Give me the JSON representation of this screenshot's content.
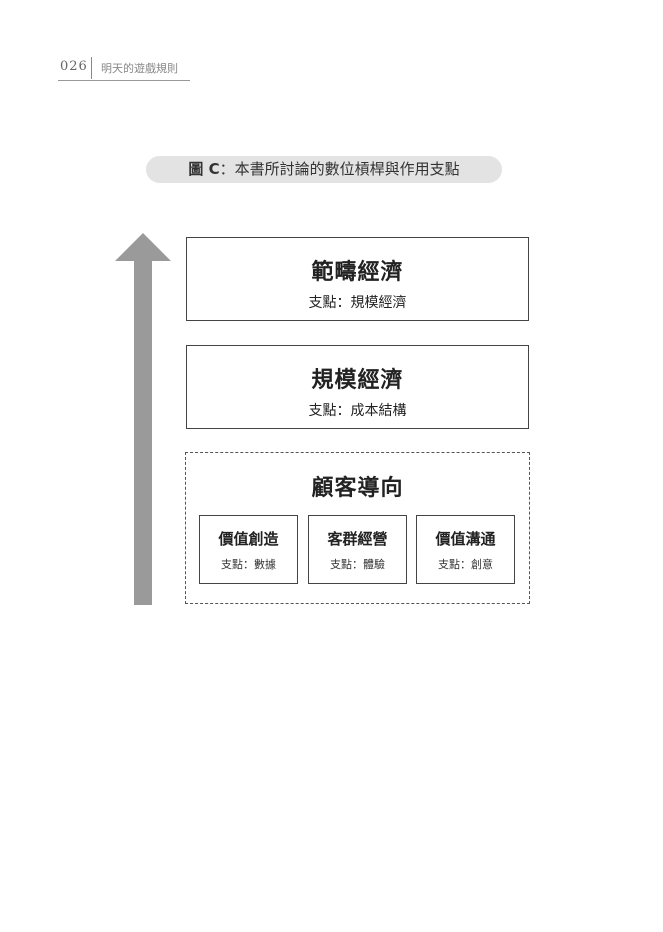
{
  "header": {
    "page_number": "026",
    "book_title": "明天的遊戲規則"
  },
  "figure": {
    "caption_label": "圖 C",
    "caption_text": "：本書所討論的數位槓桿與作用支點"
  },
  "levels": {
    "top": {
      "title": "範疇經濟",
      "fulcrum": "支點：規模經濟"
    },
    "middle": {
      "title": "規模經濟",
      "fulcrum": "支點：成本結構"
    },
    "base": {
      "title": "顧客導向",
      "items": [
        {
          "title": "價值創造",
          "fulcrum": "支點：數據"
        },
        {
          "title": "客群經營",
          "fulcrum": "支點：體驗"
        },
        {
          "title": "價值溝通",
          "fulcrum": "支點：創意"
        }
      ]
    }
  },
  "colors": {
    "arrow": "#9a9a9a",
    "caption_bg": "#e3e3e3",
    "border": "#444444"
  },
  "icons": {
    "arrow": "up-arrow-icon"
  }
}
